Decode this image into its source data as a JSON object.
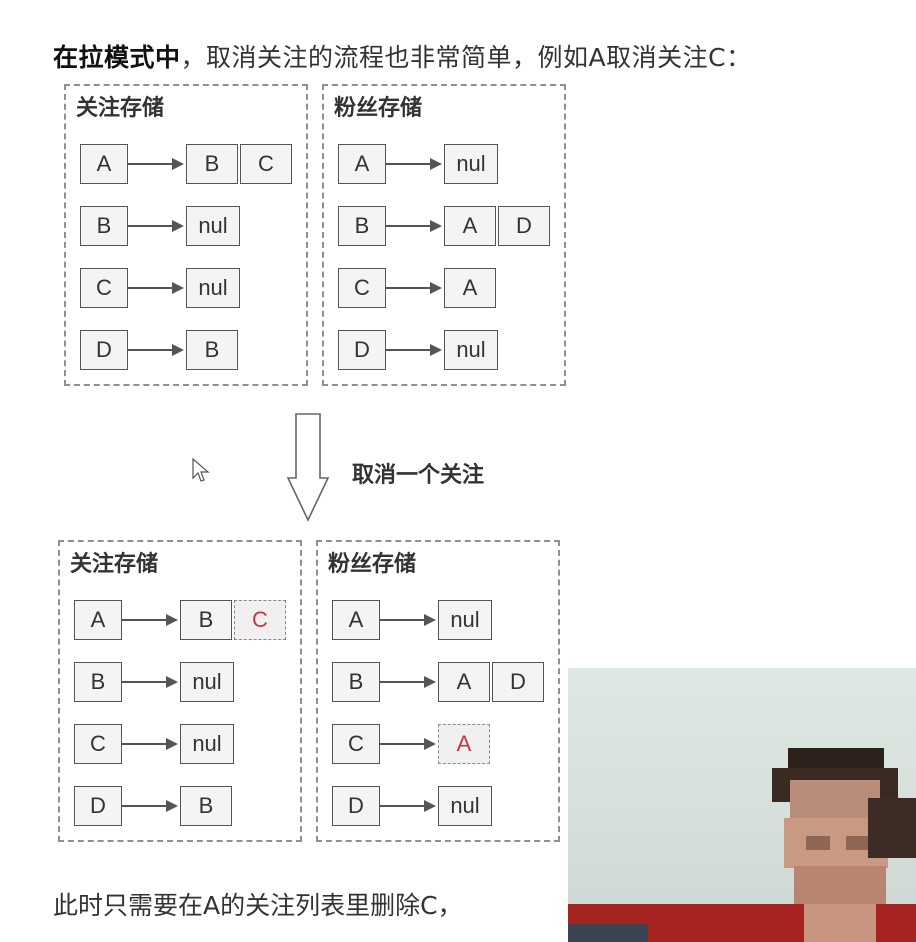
{
  "heading": {
    "bold": "在拉模式中",
    "rest": "，取消关注的流程也非常简单，例如A取消关注C："
  },
  "transition_label": "取消一个关注",
  "footer": "此时只需要在A的关注列表里删除C，",
  "before": {
    "follow_storage": {
      "title": "关注存储",
      "rows": [
        {
          "key": "A",
          "values": [
            "B",
            "C"
          ],
          "removed": []
        },
        {
          "key": "B",
          "values": [
            "nul"
          ],
          "removed": []
        },
        {
          "key": "C",
          "values": [
            "nul"
          ],
          "removed": []
        },
        {
          "key": "D",
          "values": [
            "B"
          ],
          "removed": []
        }
      ]
    },
    "fan_storage": {
      "title": "粉丝存储",
      "rows": [
        {
          "key": "A",
          "values": [
            "nul"
          ],
          "removed": []
        },
        {
          "key": "B",
          "values": [
            "A",
            "D"
          ],
          "removed": []
        },
        {
          "key": "C",
          "values": [
            "A"
          ],
          "removed": []
        },
        {
          "key": "D",
          "values": [
            "nul"
          ],
          "removed": []
        }
      ]
    }
  },
  "after": {
    "follow_storage": {
      "title": "关注存储",
      "rows": [
        {
          "key": "A",
          "values": [
            "B",
            "C"
          ],
          "removed": [
            "C"
          ]
        },
        {
          "key": "B",
          "values": [
            "nul"
          ],
          "removed": []
        },
        {
          "key": "C",
          "values": [
            "nul"
          ],
          "removed": []
        },
        {
          "key": "D",
          "values": [
            "B"
          ],
          "removed": []
        }
      ]
    },
    "fan_storage": {
      "title": "粉丝存储",
      "rows": [
        {
          "key": "A",
          "values": [
            "nul"
          ],
          "removed": []
        },
        {
          "key": "B",
          "values": [
            "A",
            "D"
          ],
          "removed": []
        },
        {
          "key": "C",
          "values": [
            "A"
          ],
          "removed": [
            "A"
          ]
        },
        {
          "key": "D",
          "values": [
            "nul"
          ],
          "removed": []
        }
      ]
    }
  },
  "colors": {
    "removed_text": "#c0394b",
    "border": "#555555",
    "dash": "#8f8f8f"
  },
  "icons": [
    "down-arrow-icon",
    "mouse-cursor-icon"
  ]
}
